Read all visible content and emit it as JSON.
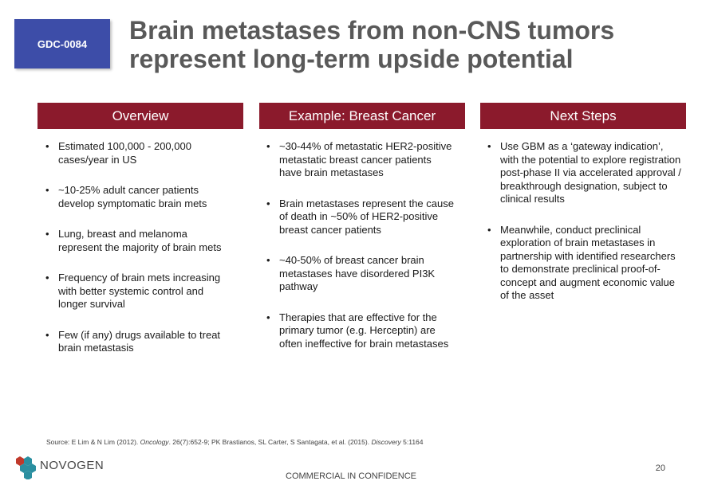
{
  "tag": "GDC-0084",
  "title_line1": "Brain metastases from non-CNS tumors",
  "title_line2": "represent long-term upside potential",
  "columns": [
    {
      "header": "Overview",
      "items": [
        "Estimated 100,000 - 200,000 cases/year in US",
        "~10-25% adult cancer patients develop symptomatic brain mets",
        "Lung, breast and melanoma represent the majority of brain mets",
        "Frequency of brain mets increasing with better systemic control and longer survival",
        "Few (if any) drugs available to treat brain metastasis"
      ]
    },
    {
      "header": "Example: Breast Cancer",
      "items": [
        "~30-44% of metastatic HER2-positive metastatic breast cancer patients have brain metastases",
        "Brain metastases represent the cause of death in ~50% of HER2-positive breast cancer patients",
        "~40-50% of breast cancer brain metastases have disordered PI3K pathway",
        "Therapies that are effective for the primary tumor (e.g. Herceptin) are often ineffective for brain metastases"
      ]
    },
    {
      "header": "Next Steps",
      "items": [
        "Use GBM as a ‘gateway indication’, with the potential to explore registration post-phase II via accelerated approval / breakthrough designation, subject to clinical results",
        "Meanwhile, conduct preclinical exploration of brain metastases in partnership with identified researchers to demonstrate preclinical proof-of-concept and augment economic value of the asset"
      ]
    }
  ],
  "source": {
    "prefix": "Source: E Lim & N Lim (2012). ",
    "journal1": "Oncology",
    "mid": ". 26(7):652-9; PK Brastianos, SL Carter, S Santagata, et al. (2015). ",
    "journal2": "Discovery",
    "suffix": " 5:1164"
  },
  "logo_text": "NOVOGEN",
  "confidential": "COMMERCIAL IN CONFIDENCE",
  "page_number": "20",
  "colors": {
    "header_red": "#8b1a2c",
    "tag_blue": "#3d4da8",
    "title_gray": "#595959",
    "logo_teal": "#2a8fa0"
  }
}
